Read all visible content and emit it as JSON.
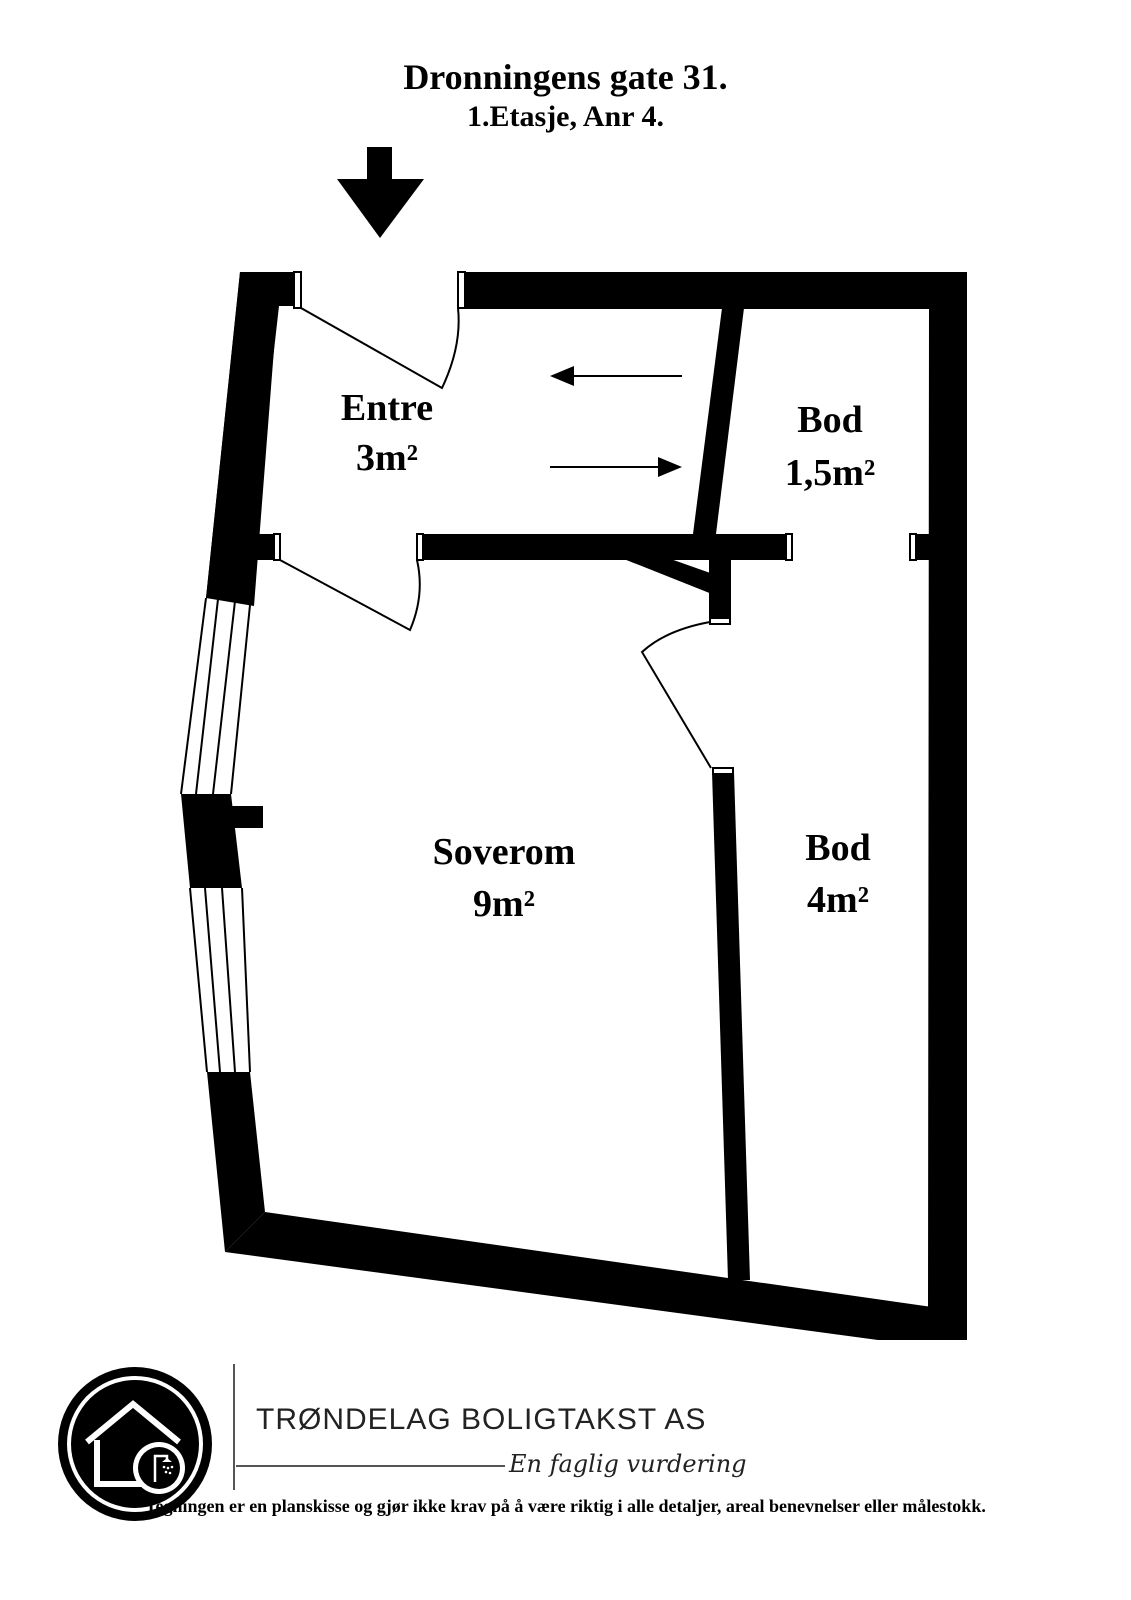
{
  "header": {
    "address": "Dronningens gate 31.",
    "floor": "1.Etasje, Anr 4."
  },
  "rooms": [
    {
      "name": "Entre",
      "area": "3m²"
    },
    {
      "name": "Bod",
      "area": "1,5m²"
    },
    {
      "name": "Soverom",
      "area": "9m²"
    },
    {
      "name": "Bod",
      "area": "4m²"
    }
  ],
  "company": {
    "name": "TRØNDELAG BOLIGTAKST AS",
    "tagline": "En faglig vurdering",
    "logo_icon": "house-shower-logo-icon"
  },
  "disclaimer": "Tegningen er en planskisse og gjør ikke krav på å være riktig i alle detaljer, areal benevnelser eller målestokk.",
  "colors": {
    "wall": "#000000",
    "background": "#ffffff"
  }
}
